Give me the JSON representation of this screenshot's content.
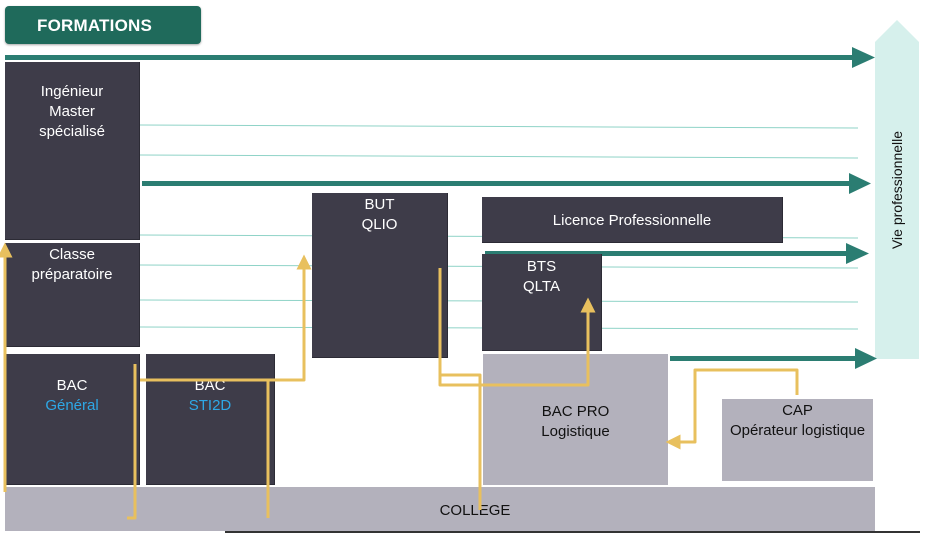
{
  "header": {
    "title": "FORMATIONS"
  },
  "side_label": "Vie professionnelle",
  "boxes": {
    "ingenieur": {
      "lines": [
        "Ingénieur",
        "Master",
        "spécialisé"
      ]
    },
    "prepa": {
      "lines": [
        "Classe",
        "préparatoire"
      ]
    },
    "bac_general": {
      "line1": "BAC",
      "line2": "Général"
    },
    "bac_sti2d": {
      "line1": "BAC",
      "line2": "STI2D"
    },
    "but": {
      "lines": [
        "BUT",
        "QLIO"
      ]
    },
    "licence": {
      "label": "Licence Professionnelle"
    },
    "bts": {
      "lines": [
        "BTS",
        "QLTA"
      ]
    },
    "bac_pro": {
      "lines": [
        "BAC PRO",
        "Logistique"
      ]
    },
    "cap": {
      "lines": [
        "CAP",
        "Opérateur logistique"
      ]
    },
    "college": {
      "label": "COLLEGE"
    }
  },
  "colors": {
    "teal_arrow": "#2b7d72",
    "faint_line": "#8fd3c7",
    "dark_box": "#3e3c49",
    "light_box": "#b3b1bc",
    "path_yellow": "#e8c05e",
    "badge": "#1f6a5b",
    "accent_blue": "#2ea8e6",
    "panel": "#d6f0ec"
  }
}
